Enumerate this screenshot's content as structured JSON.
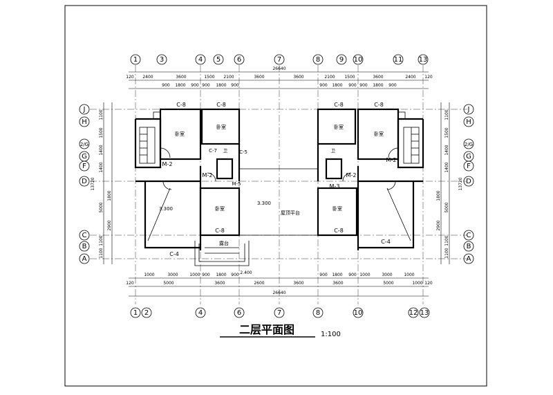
{
  "drawing": {
    "title": "二层平面图",
    "scale": "1:100"
  },
  "grid": {
    "top_axes": [
      "1",
      "3",
      "4",
      "5",
      "6",
      "7",
      "8",
      "9",
      "10",
      "11",
      "13"
    ],
    "bottom_axes": [
      "1",
      "2",
      "4",
      "6",
      "7",
      "8",
      "10",
      "12",
      "13"
    ],
    "row_axes": [
      "J",
      "H",
      "2/G",
      "G",
      "F",
      "D",
      "C",
      "B",
      "A"
    ]
  },
  "dimensions": {
    "overall": "26640",
    "edge": "120",
    "top_row1": [
      "2400",
      "3600",
      "1500",
      "2100",
      "3600",
      "3600",
      "2100",
      "1500",
      "3600",
      "2400"
    ],
    "top_row2": [
      "900",
      "1800",
      "900",
      "900",
      "1800",
      "900",
      "900",
      "1800",
      "900",
      "900",
      "1800",
      "900"
    ],
    "bottom_row1": [
      "1000",
      "3000",
      "1000",
      "900",
      "1800",
      "900",
      "900",
      "1800",
      "900",
      "1000",
      "3000",
      "1000"
    ],
    "bottom_row2": [
      "5000",
      "3600",
      "2600",
      "3600",
      "3600",
      "5000",
      "1000"
    ],
    "side": [
      "1100",
      "1500",
      "1400",
      "1400",
      "1800",
      "5000",
      "2900",
      "1100",
      "1100",
      "13720"
    ]
  },
  "rooms": {
    "bedroom": "卧室",
    "balcony": "露台",
    "elev": "3.300",
    "terrace": "屋顶平台"
  },
  "tags": {
    "c8": "C-8",
    "c4": "C-4",
    "c7": "C-7",
    "c5": "C-5",
    "m2": "M-2",
    "m3": "M-3",
    "m5": "M-5",
    "bath": "卫",
    "hatch": "2.400"
  }
}
